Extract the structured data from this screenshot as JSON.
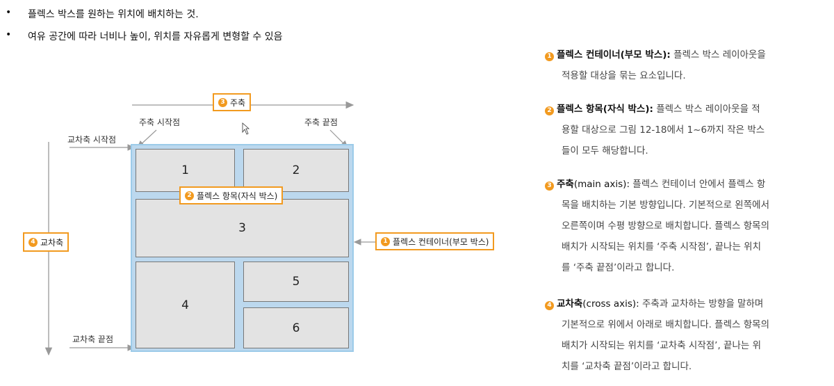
{
  "bullets": [
    {
      "marker": "•",
      "text": "플렉스 박스를 원하는 위치에 배치하는 것."
    },
    {
      "marker": "•",
      "text": "여유 공간에 따라 너비나 높이, 위치를 자유롭게 변형할 수 있음"
    }
  ],
  "diagram": {
    "main_axis_callout": {
      "num": "3",
      "label": "주축"
    },
    "main_start": "주축 시작점",
    "main_end": "주축 끝점",
    "cross_start": "교차축 시작점",
    "cross_end": "교차축 끝점",
    "cross_axis_callout": {
      "num": "4",
      "label": "교차축"
    },
    "item_callout": {
      "num": "2",
      "label": "플렉스 항목(자식 박스)"
    },
    "container_callout": {
      "num": "1",
      "label": "플렉스 컨테이너(부모 박스)"
    },
    "items": [
      "1",
      "2",
      "3",
      "4",
      "5",
      "6"
    ],
    "colors": {
      "accent": "#f29a1f",
      "container": "#bcd8ee",
      "item": "#e3e3e3"
    }
  },
  "descriptions": [
    {
      "num": "1",
      "head": "플렉스 컨테이너(부모 박스):",
      "lines": [
        "플렉스 박스 레이아웃을",
        "적용할 대상을 묶는 요소입니다."
      ]
    },
    {
      "num": "2",
      "head": "플렉스 항목(자식 박스):",
      "lines": [
        "플렉스 박스 레이아웃을 적",
        "용할 대상으로 그림 12-18에서 1~6까지 작은 박스",
        "들이 모두 해당합니다."
      ]
    },
    {
      "num": "3",
      "head": "주축",
      "head2": "(main axis):",
      "lines": [
        "플렉스 컨테이너 안에서 플렉스 항",
        "목을 배치하는 기본 방향입니다. 기본적으로 왼쪽에서",
        "오른쪽이며 수평 방향으로 배치합니다. 플렉스 항목의",
        "배치가 시작되는 위치를 ‘주축 시작점’, 끝나는 위치",
        "를 ‘주축 끝점’이라고 합니다."
      ]
    },
    {
      "num": "4",
      "head": "교차축",
      "head2": "(cross axis):",
      "lines": [
        "주축과 교차하는 방향을 말하며",
        "기본적으로 위에서 아래로 배치합니다. 플렉스 항목의",
        "배치가 시작되는 위치를 ‘교차축 시작점’, 끝나는 위",
        "치를 ‘교차축 끝점’이라고 합니다."
      ]
    }
  ]
}
